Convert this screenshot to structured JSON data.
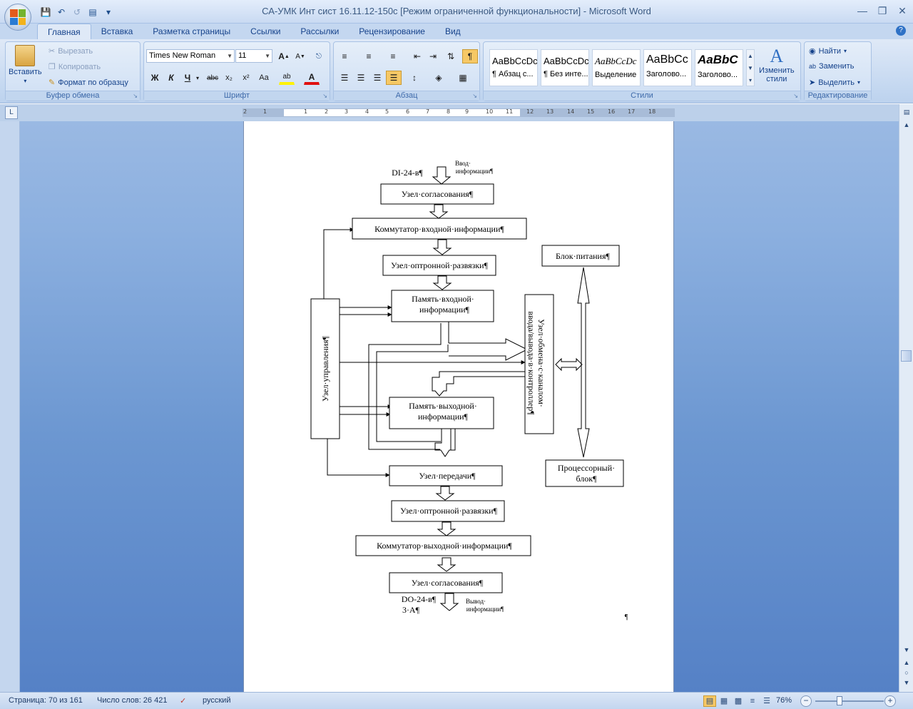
{
  "window": {
    "title": "СА-УМК Инт сист 16.11.12-150с [Режим ограниченной функциональности] - Microsoft Word"
  },
  "qat": {
    "items": [
      "save-icon",
      "undo-icon",
      "redo-icon",
      "print-icon",
      "customize-icon"
    ]
  },
  "tabs": [
    "Главная",
    "Вставка",
    "Разметка страницы",
    "Ссылки",
    "Рассылки",
    "Рецензирование",
    "Вид"
  ],
  "ribbon": {
    "clipboard": {
      "label": "Буфер обмена",
      "paste": "Вставить",
      "cut": "Вырезать",
      "copy": "Копировать",
      "format_painter": "Формат по образцу"
    },
    "font": {
      "label": "Шрифт",
      "font_name": "Times New Roman",
      "font_size": "11",
      "grow": "A",
      "shrink": "A",
      "bold": "Ж",
      "italic": "К",
      "underline": "Ч",
      "strike": "abc",
      "sub": "x₂",
      "sup": "x²",
      "case": "Aa",
      "highlight": "ab",
      "color": "A"
    },
    "paragraph": {
      "label": "Абзац",
      "pilcrow": "¶"
    },
    "styles": {
      "label": "Стили",
      "items": [
        {
          "sample": "AaBbCcDc",
          "name": "¶ Абзац с..."
        },
        {
          "sample": "AaBbCcDc",
          "name": "¶ Без инте..."
        },
        {
          "sample": "AaBbCcDc",
          "name": "Выделение"
        },
        {
          "sample": "AaBbCc",
          "name": "Заголово..."
        },
        {
          "sample": "AaBbC",
          "name": "Заголово..."
        }
      ],
      "change_styles_1": "Изменить",
      "change_styles_2": "стили"
    },
    "editing": {
      "label": "Редактирование",
      "find": "Найти",
      "replace": "Заменить",
      "select": "Выделить"
    }
  },
  "ruler": {
    "ticks": [
      "2",
      "1",
      "1",
      "2",
      "3",
      "4",
      "5",
      "6",
      "7",
      "8",
      "9",
      "10",
      "11",
      "12",
      "13",
      "14",
      "15",
      "16",
      "17",
      "18"
    ]
  },
  "diagram": {
    "di_label": "DI-24-в¶",
    "input_label_1": "Ввод·",
    "input_label_2": "информации¶",
    "soglas_top": "Узел·согласования¶",
    "komm_in": "Коммутатор·входной·информации¶",
    "opto_top": "Узел·оптронной·развязки¶",
    "mem_in_1": "Память·входной·",
    "mem_in_2": "информации¶",
    "control": "Узел·управления¶",
    "exchange_1": "Узел·обмена·с·каналом·",
    "exchange_2": "ввода/вывода·в·контроллер¶",
    "power": "Блок·питания¶",
    "mem_out_1": "Память·выходной·",
    "mem_out_2": "информации¶",
    "processor_1": "Процессорный·",
    "processor_2": "блок¶",
    "transmit": "Узел·передачи¶",
    "opto_bottom": "Узел·оптронной·развязки¶",
    "komm_out": "Коммутатор·выходной·информации¶",
    "soglas_bottom": "Узел·согласования¶",
    "do_label_1": "DO-24-в¶",
    "do_label_2": "3·А¶",
    "output_label_1": "Вывод·",
    "output_label_2": "информации¶",
    "end_pilcrow": "¶"
  },
  "status": {
    "page": "Страница: 70 из 161",
    "words": "Число слов: 26 421",
    "language": "русский",
    "zoom": "76%"
  }
}
